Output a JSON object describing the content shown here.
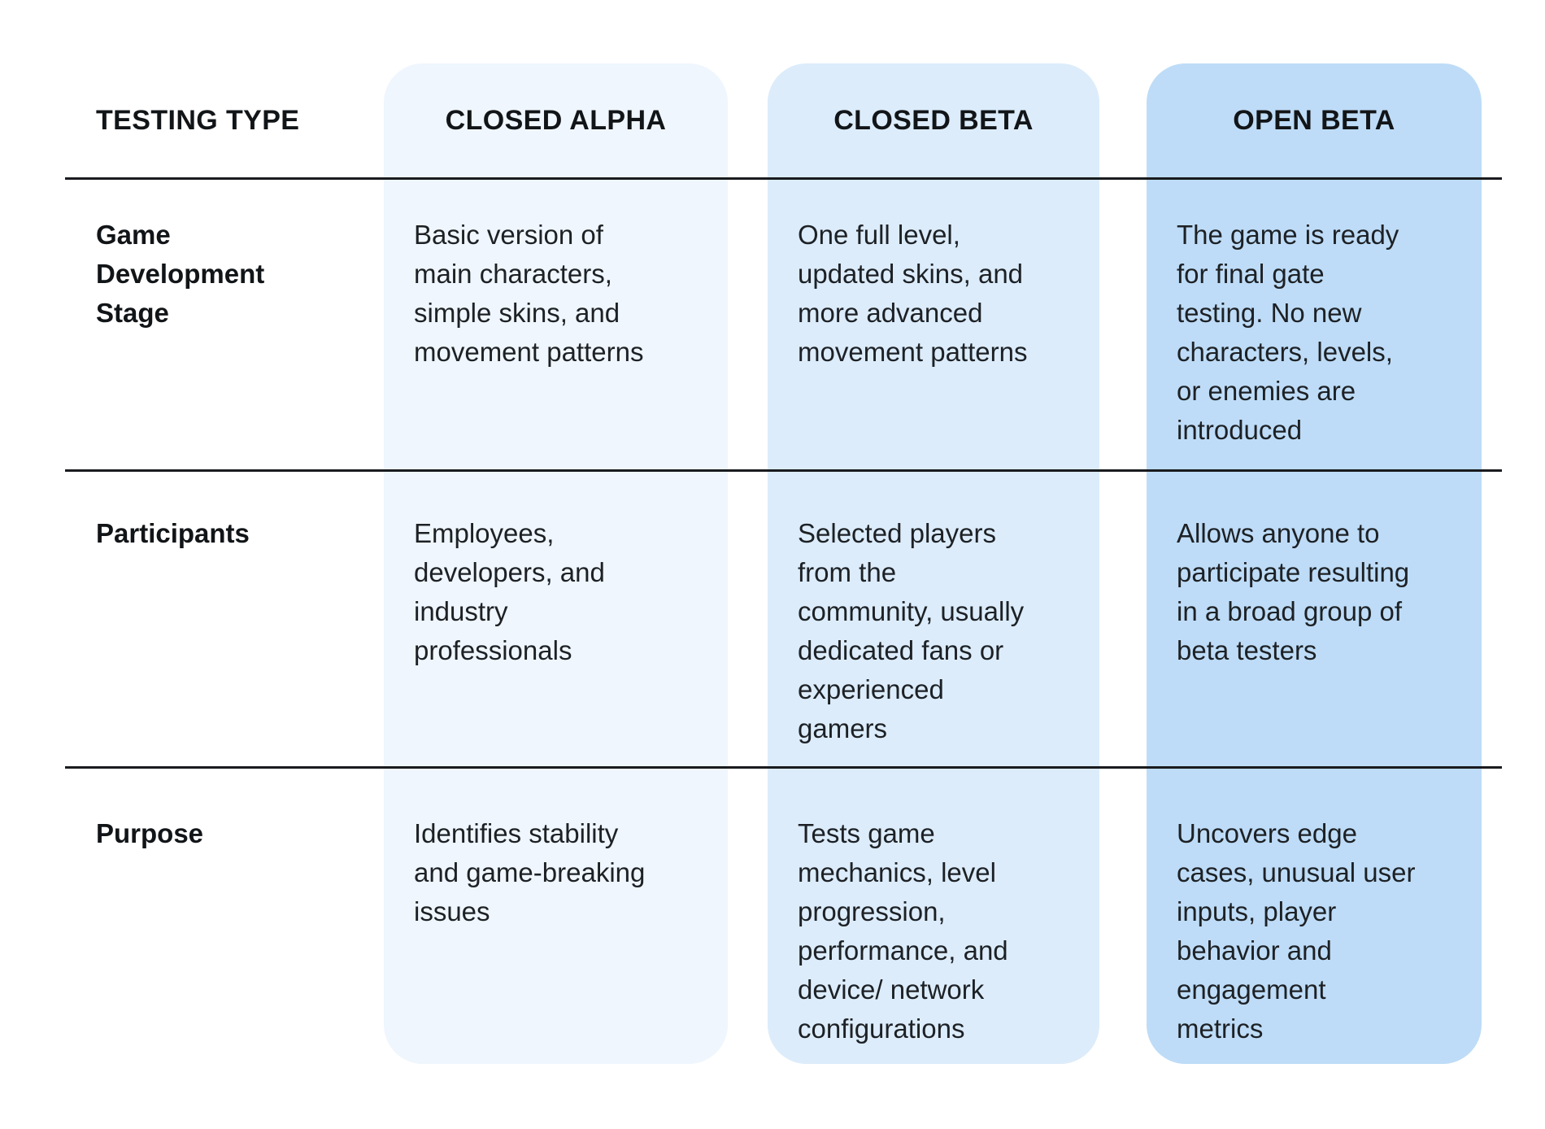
{
  "chart_data": {
    "type": "table",
    "columns": [
      "TESTING TYPE",
      "CLOSED ALPHA",
      "CLOSED BETA",
      "OPEN BETA"
    ],
    "rows": [
      {
        "label": "Game\nDevelopment\nStage",
        "cells": [
          "Basic version of\nmain characters,\nsimple skins, and\nmovement patterns",
          "One full level,\nupdated skins, and\nmore advanced\nmovement patterns",
          "The game is ready\nfor final gate\ntesting. No new\ncharacters, levels,\nor enemies are\nintroduced"
        ]
      },
      {
        "label": "Participants",
        "cells": [
          "Employees,\ndevelopers, and\nindustry\nprofessionals",
          "Selected players\nfrom the\ncommunity, usually\ndedicated fans or\nexperienced\ngamers",
          "Allows anyone to\nparticipate resulting\nin a broad group of\nbeta testers"
        ]
      },
      {
        "label": "Purpose",
        "cells": [
          "Identifies stability\nand game-breaking\nissues",
          "Tests game\nmechanics, level\nprogression,\nperformance, and\ndevice/ network\nconfigurations",
          "Uncovers edge\ncases, unusual user\ninputs, player\nbehavior and\nengagement\nmetrics"
        ]
      }
    ],
    "title": "",
    "legend": "none",
    "grid": "horizontal dividers only"
  },
  "colors": {
    "closed_alpha_column_bg": "#EFF6FD",
    "closed_beta_column_bg": "#DCECFB",
    "open_beta_column_bg": "#BEDCF7",
    "divider_line": "#191B1E",
    "heading_text": "#121518",
    "body_text": "#1D2125",
    "page_background": "#FFFFFF"
  }
}
